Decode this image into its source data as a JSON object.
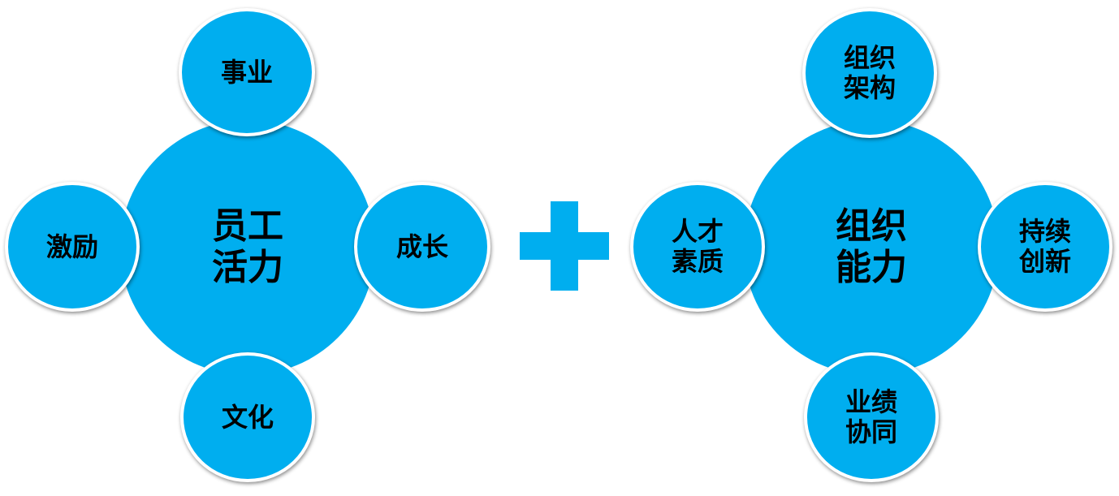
{
  "left": {
    "hub": {
      "line1": "员工",
      "line2": "活力"
    },
    "top": {
      "line1": "事业"
    },
    "left": {
      "line1": "激励"
    },
    "right": {
      "line1": "成长"
    },
    "bottom": {
      "line1": "文化"
    }
  },
  "right": {
    "hub": {
      "line1": "组织",
      "line2": "能力"
    },
    "top": {
      "line1": "组织",
      "line2": "架构"
    },
    "left": {
      "line1": "人才",
      "line2": "素质"
    },
    "right": {
      "line1": "持续",
      "line2": "创新"
    },
    "bottom": {
      "line1": "业绩",
      "line2": "协同"
    }
  },
  "colors": {
    "circle_fill": "#00aeef",
    "circle_border": "#ffffff",
    "text": "#000000",
    "background": "#ffffff"
  }
}
